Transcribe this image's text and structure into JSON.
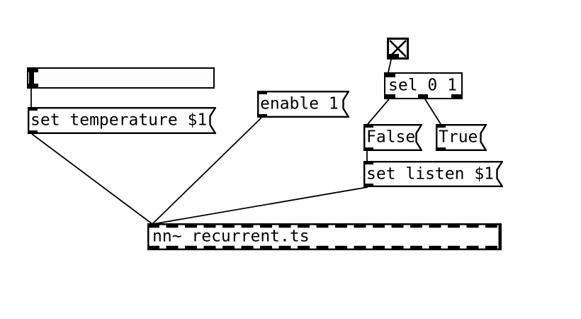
{
  "window": {
    "background": "#ffffff",
    "foreground": "#000000",
    "widget_fill": "#fcfcfc"
  },
  "nodes": {
    "slider": {
      "type": "horizontal-slider",
      "value": "minimum (handle at left)"
    },
    "toggle": {
      "icon": "toggle-x-icon",
      "state": "unchecked"
    },
    "msg_set_temperature": {
      "label": "set temperature $1"
    },
    "msg_enable": {
      "label": "enable 1"
    },
    "obj_sel": {
      "label": "sel 0 1"
    },
    "msg_false": {
      "label": "False"
    },
    "msg_true": {
      "label": "True"
    },
    "msg_set_listen": {
      "label": "set listen $1"
    },
    "obj_nn": {
      "label": "nn~ recurrent.ts",
      "border_style": "thick-dashed"
    }
  },
  "connections": [
    {
      "from": "slider",
      "to": "msg_set_temperature"
    },
    {
      "from": "msg_set_temperature",
      "to": "obj_nn"
    },
    {
      "from": "msg_enable",
      "to": "obj_nn"
    },
    {
      "from": "toggle",
      "to": "obj_sel"
    },
    {
      "from": "obj_sel.outlet-0",
      "to": "msg_false"
    },
    {
      "from": "obj_sel.outlet-1",
      "to": "msg_true"
    },
    {
      "from": "msg_false",
      "to": "msg_set_listen"
    },
    {
      "from": "msg_set_listen",
      "to": "obj_nn"
    }
  ]
}
